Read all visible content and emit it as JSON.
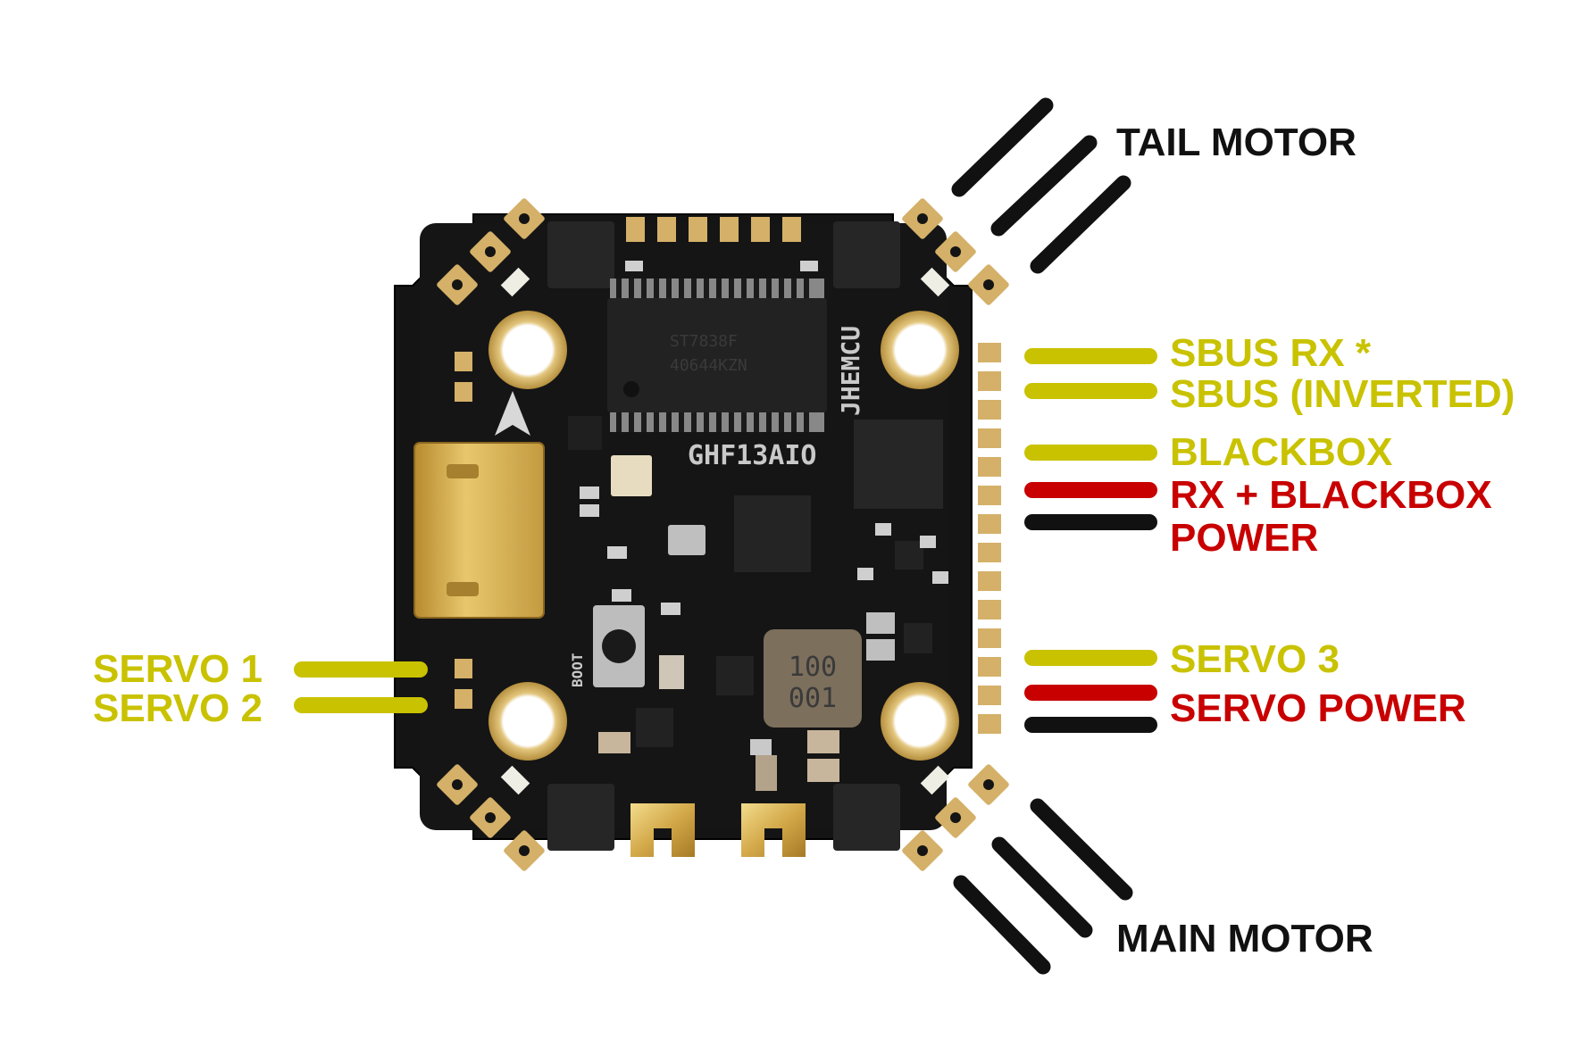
{
  "labels": {
    "tail_motor": "TAIL MOTOR",
    "sbus_rx": "SBUS RX *",
    "sbus_inverted": "SBUS (INVERTED)",
    "blackbox": "BLACKBOX",
    "rx_blackbox": "RX + BLACKBOX",
    "power": "POWER",
    "servo_3": "SERVO 3",
    "servo_power": "SERVO POWER",
    "servo_1": "SERVO 1",
    "servo_2": "SERVO 2",
    "main_motor": "MAIN MOTOR"
  },
  "board": {
    "silkscreen_model": "GHF13AIO",
    "silkscreen_brand": "JHEMCU",
    "boot_label": "BOOT",
    "inductor_text_1": "100",
    "inductor_text_2": "001"
  },
  "colors": {
    "signal_wire": "#c9c200",
    "power_wire": "#c80000",
    "ground_wire": "#111111",
    "motor_wire": "#111111",
    "pcb": "#111111",
    "pad_gold": "#d4b068"
  }
}
